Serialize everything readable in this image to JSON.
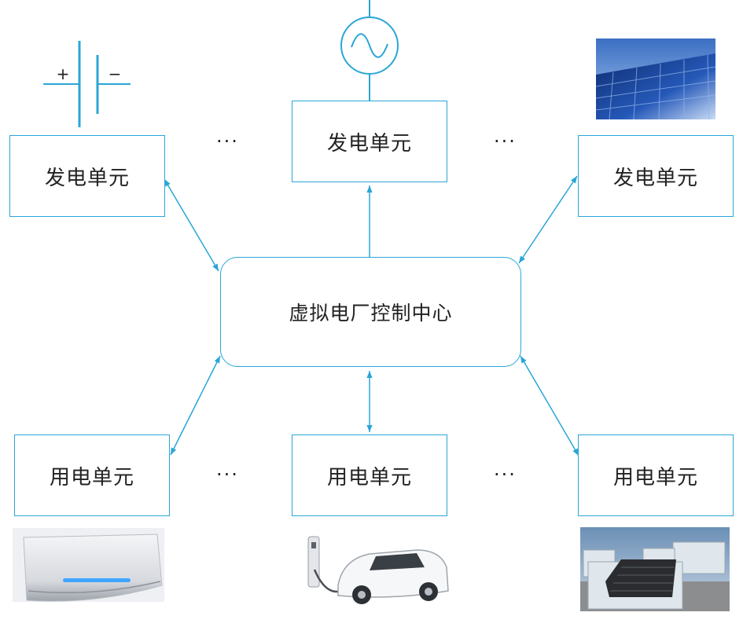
{
  "center": {
    "label": "虚拟电厂控制中心"
  },
  "generation_units": [
    {
      "label": "发电单元",
      "icon": "battery-symbol-icon"
    },
    {
      "label": "发电单元",
      "icon": "ac-generator-symbol-icon"
    },
    {
      "label": "发电单元",
      "icon": "solar-panel-photo"
    }
  ],
  "consumption_units": [
    {
      "label": "用电单元",
      "icon": "air-conditioner-photo"
    },
    {
      "label": "用电单元",
      "icon": "electric-car-charging-photo"
    },
    {
      "label": "用电单元",
      "icon": "energy-storage-containers-photo"
    }
  ],
  "ellipsis": "···",
  "battery": {
    "plus": "+",
    "minus": "−"
  },
  "colors": {
    "line": "#2aa6d6",
    "text": "#222222",
    "background": "#ffffff"
  }
}
